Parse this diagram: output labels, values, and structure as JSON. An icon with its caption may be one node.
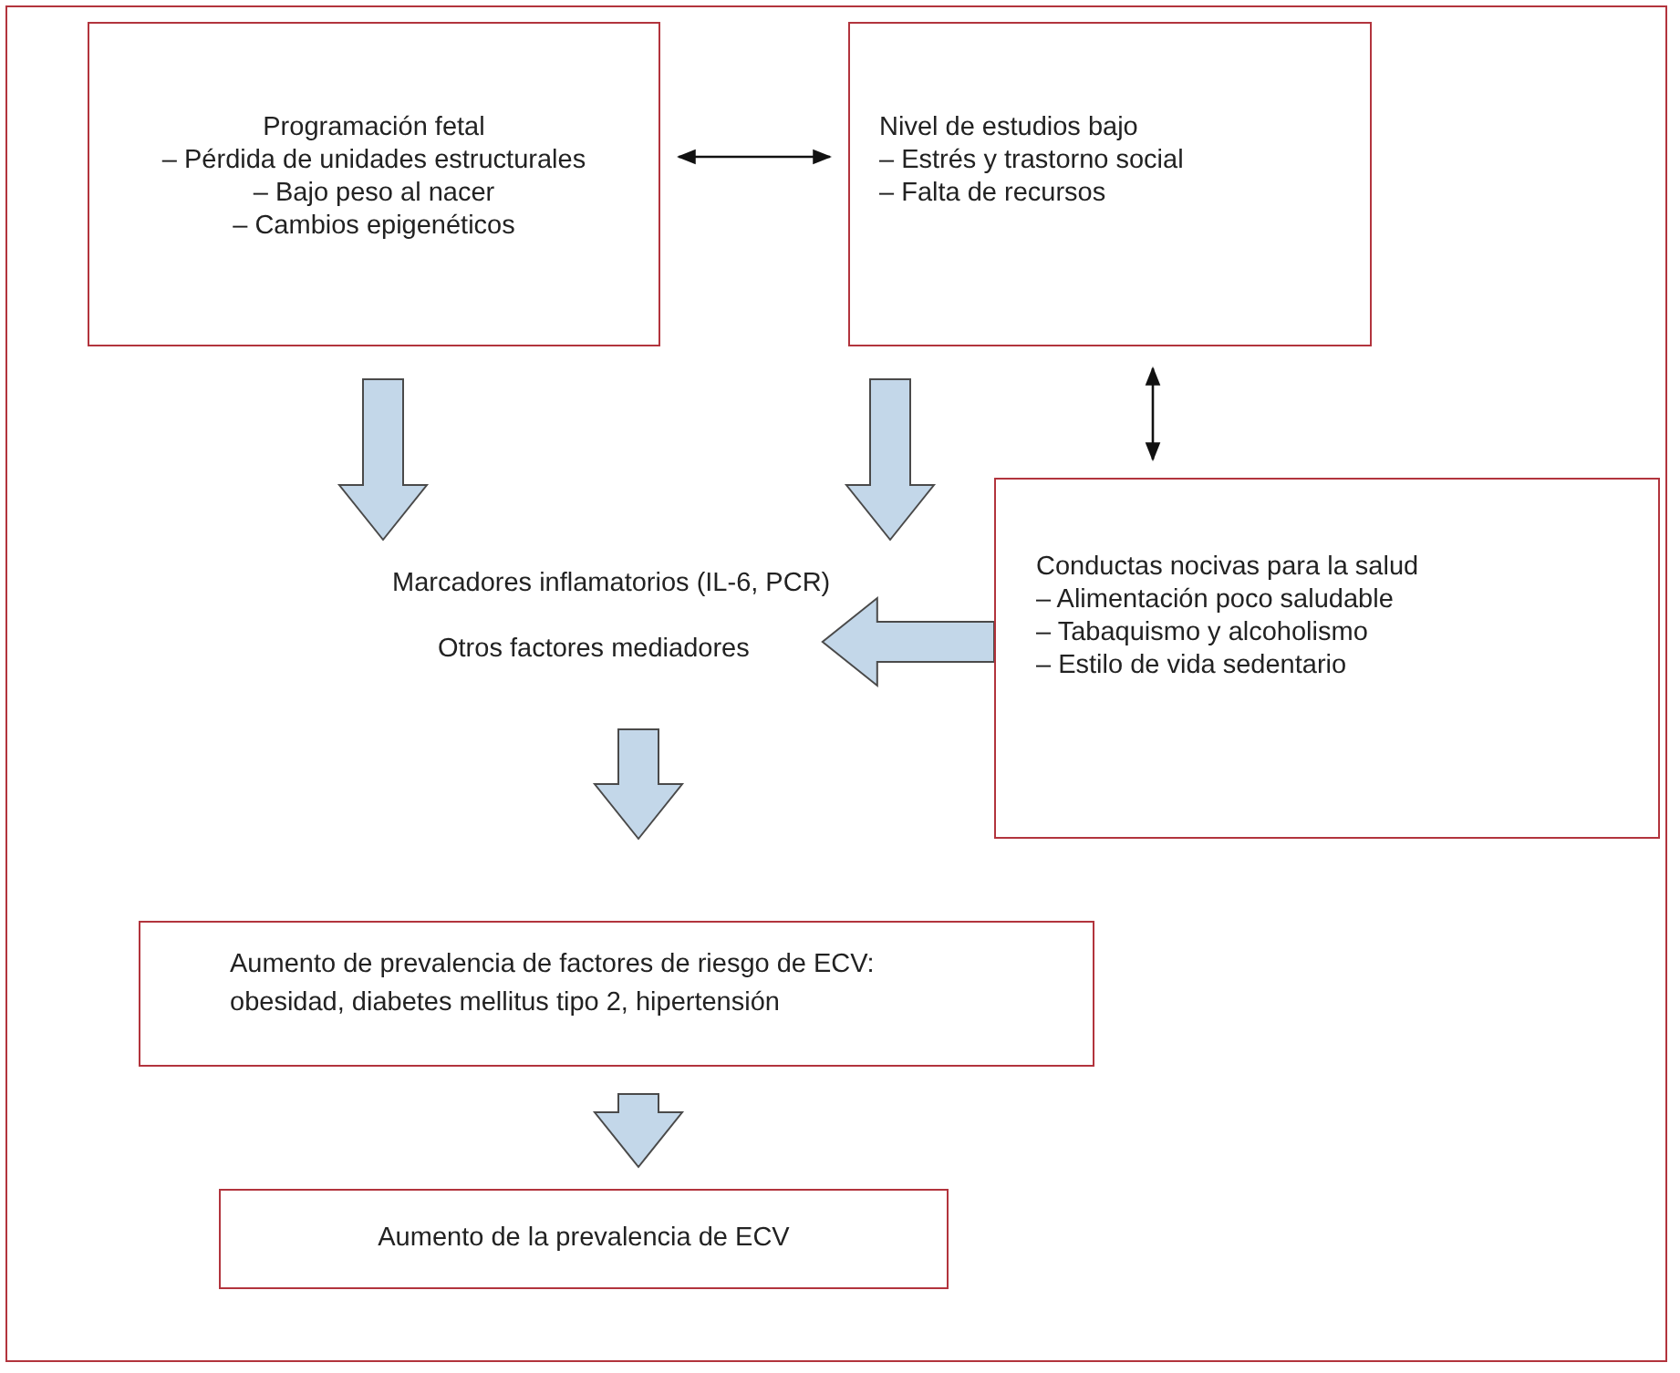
{
  "diagram": {
    "nodes": [
      {
        "text": [
          "Programación fetal",
          "– Pérdida de unidades estructurales",
          "– Bajo peso al nacer",
          "– Cambios epigenéticos"
        ]
      },
      {
        "text": [
          "Nivel de estudios bajo",
          "– Estrés y trastorno social",
          "– Falta de recursos"
        ]
      },
      {
        "text": [
          "Marcadores inflamatorios (IL-6, PCR)"
        ]
      },
      {
        "text": [
          "Conductas nocivas para la salud",
          "– Alimentación poco saludable",
          "– Tabaquismo y alcoholismo",
          "– Estilo de vida sedentario"
        ]
      },
      {
        "text": [
          "Otros factores mediadores"
        ]
      },
      {
        "text": [
          "Aumento de prevalencia de factores de riesgo de ECV: obesidad, diabetes mellitus tipo 2, hipertensión"
        ]
      },
      {
        "text": [
          "Aumento de la prevalencia de ECV"
        ]
      }
    ],
    "edges": [
      {
        "from": 0,
        "to": 1,
        "arrow": "both"
      },
      {
        "from": 1,
        "to": 3,
        "arrow": "both"
      },
      {
        "from": 0,
        "to": 2,
        "arrow": "to",
        "style": "thick"
      },
      {
        "from": 1,
        "to": 2,
        "arrow": "to",
        "style": "thick"
      },
      {
        "from": 3,
        "to": 4,
        "arrow": "to",
        "style": "thick"
      },
      {
        "from": 4,
        "to": 5,
        "arrow": "to",
        "style": "thick"
      },
      {
        "from": 5,
        "to": 6,
        "arrow": "to",
        "style": "thick"
      }
    ]
  }
}
